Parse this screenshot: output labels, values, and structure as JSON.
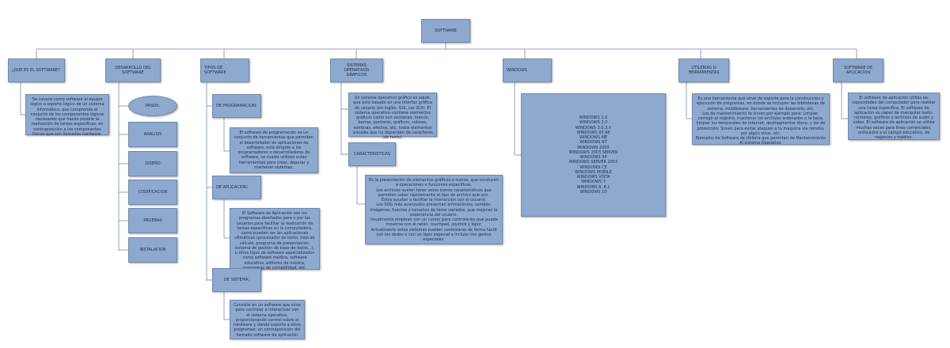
{
  "nodes": {
    "root": "SOFTWARE",
    "que_es": "¿QUE ES EL SOFTWARE?",
    "que_es_text": "Se conoce como software al equipo lógico o soporte lógico de un sistema informático, que comprende el conjunto de los componentes lógicos necesarios que hacen posible la realización de tareas específicas, en contraposición a los componentes físicos que son llamados hardware.",
    "desarrollo": "DESARROLLO DEL SOFTWARE",
    "pasos": "PASOS:",
    "analisis": "ANALISIS",
    "diseno": "DISEÑO",
    "codificacion": "CODIFICACION",
    "pruebas": "PRUEBAS",
    "instalacion": "INSTALACION",
    "tipos": "TIPOS DE SOFTWARE",
    "programacion": "DE PROGRAMACION:",
    "programacion_text": "El software de programación es un conjunto de herramientas que permiten al desarrollador de aplicaciones de software, está dirigido a los programadores o desarrolladores de software, se cuales utilizan estas herramientas para crear, depurar y mantener sistemas.",
    "aplicacion": "DE APLICACION:",
    "aplicacion_text": "El Software de Aplicación son los programas diseñados para o por los usuarios para facilitar la realización de tareas específicas en la computadora, como pueden ser las aplicaciones ofimáticas (procesador de texto, hoja de cálculo, programa de presentación, sistema de gestión de base de datos...), u otros tipos de software especializados como software médico, software educativo, editores de música, programas de contabilidad, etc.",
    "sistema": "DE SISTEMA:",
    "sistema_text": "Consiste en un software que sirve para controlar e interactuar con el sistema operativo, proporcionando control sobre el hardware y dando soporte a otros programas; en contraposición del llamado software de aplicación",
    "sistemas_op": "SISTEMAS OPERATIVOS GRAFICOS",
    "sistemas_op_text": "Un sistema operativo gráfico es aquel, que está basado en una interfaz gráfica de usuario (en inglés, GUI, ver GUI). El sistema operativo contiene elementos gráficos como son ventanas, menús, barras, punteros, gráficos, colores, sombras, efectos, etc, todos elementos visuales que no dependen de caracteres (de texto).",
    "caracteristicas": "CARACTERISTICAS",
    "caracteristicas_text": "Es la presentación de elementos gráficos o iconos, que conducen a operaciones o funciones específicas.\nLos archivos suelen tener estos iconos característicos que permiten saber rápidamente el tipo de archivo que son.\nEstos ayudan a facilitar la interacción con el usuario.\nLos SOG más avanzados presentan animaciones, sonidos, imágenes, fuentes y tamaños de texto variados, que mejoran la experiencia del usuario.\nUsualmente emplean con un cursor para controlarlos que puede moverse con el ratón, touchpad, joystick y lápiz.\nActualmente estos sistemas pueden controlarse de forma táctil con los dedos o con un lápiz especial e incluso con gestos especiales.",
    "windows": "WINDOWS",
    "windows_list": "WINDOWS 1.0\nWINDOWS 2.0\nWINDOWS 3.0,3.X\nWINDOWS 95,98\nWINDOWS ME\nWINDOWS NT\nWINDOWS 2000\nWINDOWS 2003 SERVER\nWINDOWS XP\nWINDOWS SERVER 2003\nWINDOWS CE\nWINDOWS MOBILE\nWINDOWS VISTA\nWINDOWS 7\nWINDOWS 8, 8.1\nWINDOWS 10",
    "utilerias": "UTILERIAS O HERRAMIENTAS",
    "utilerias_text": "Es una herramienta que sirve de soporte para la construcción y ejecución de programas, en donde se incluyen las bibliotecas de sistema, middleware, herramientas de desarrollo, etc.\nLos de mantenimiento te sirven por ejemplo para: Limpiar, corregir el registro, mantener los archivos ordenados o la base, limpiar los temporales de internet, desfragmentar disco, y las de protección: Sirven para evitar ataques a tu maquina vía remota, por algún virus, etc.\nEjemplos de Software de Utilería que permiten de Mantenimiento Al sistema Operativo.",
    "software_app": "SOFTWARE DE APLICACION",
    "software_app_text": "El software de aplicación utiliza las capacidades del computador para realizar una tarea específica. El software de aplicación es capaz de manipular texto, números, gráficos y archivos de audio y video. El software de aplicación se utiliza muchas veces para fines comerciales, enfocados a el campo educativo, de negocios y médico."
  }
}
